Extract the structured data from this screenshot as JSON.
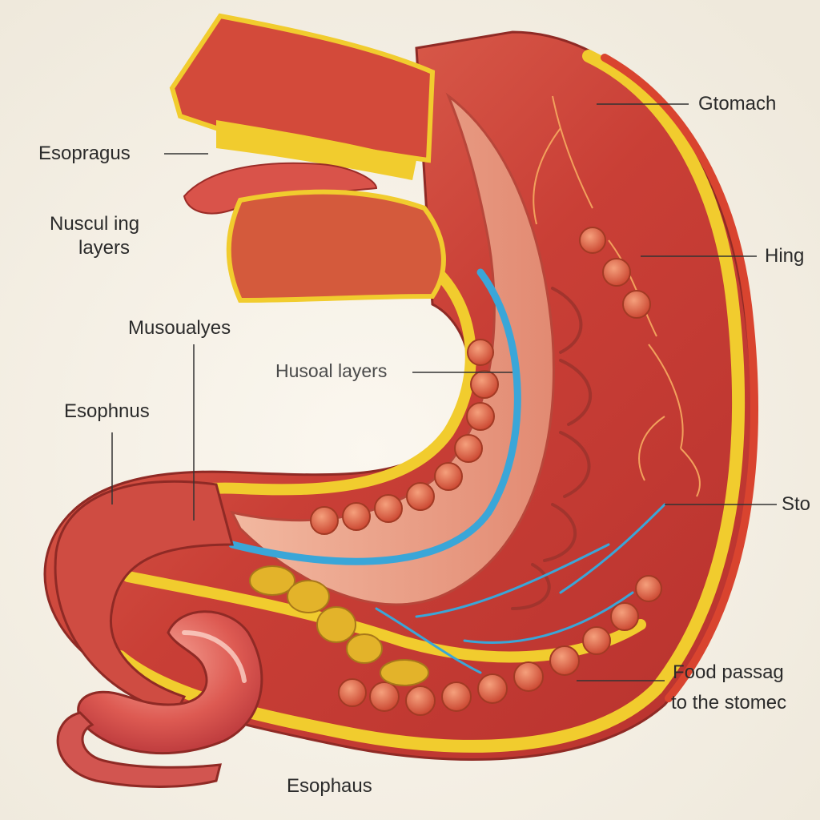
{
  "labels": {
    "stomach_top": "Gtomach",
    "esophagus_top": "Esopragus",
    "muscular_lining_line1": "Nuscul ing",
    "muscular_lining_line2": "layers",
    "musoual_layers": "Musoualyes",
    "husoal_layers": "Husoal layers",
    "esophnus": "Esophnus",
    "lining": "Hing",
    "stomach_right": "Sto",
    "food_line1": "Food passag",
    "food_line2": "to the stomec",
    "esophaus_bottom": "Esophaus"
  },
  "colors": {
    "background": "#f3efe6",
    "tissue_red": "#c8423a",
    "tissue_light": "#e8806a",
    "fat_yellow": "#f1cc2e",
    "vessel_blue": "#3aa6d8",
    "leader_line": "#333333"
  }
}
